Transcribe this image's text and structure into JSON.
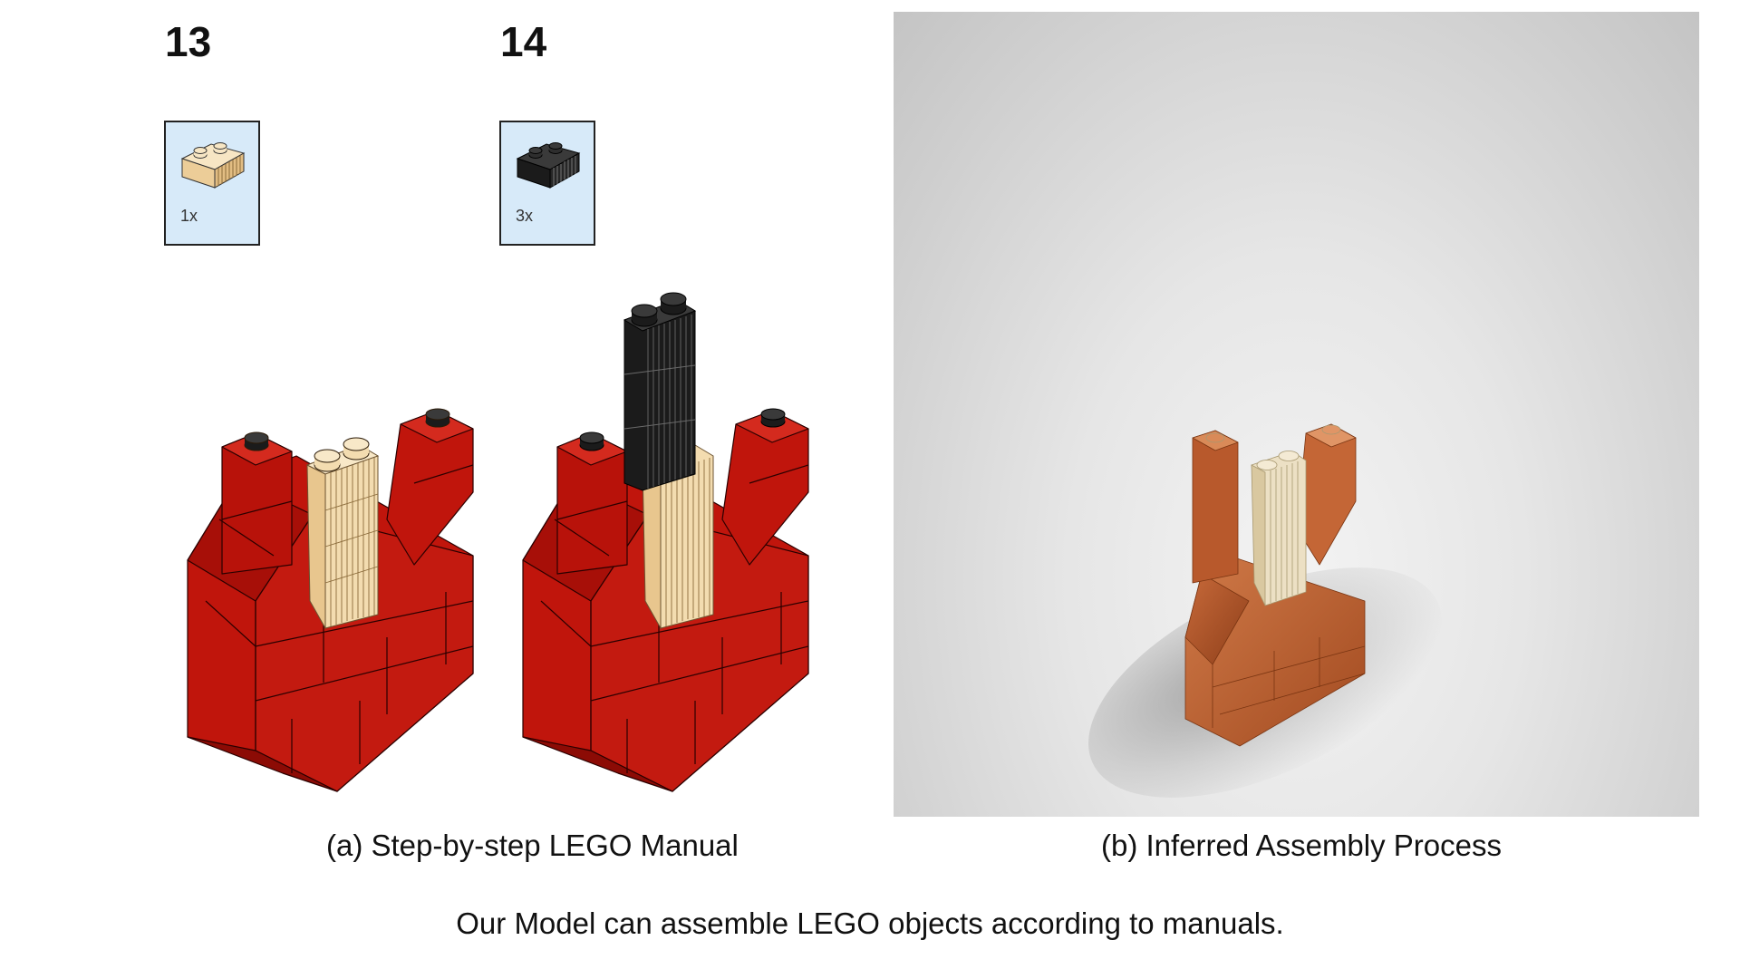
{
  "figure": {
    "panel_a": {
      "steps": [
        {
          "number": "13",
          "part_count": "1x",
          "part_color": "tan"
        },
        {
          "number": "14",
          "part_count": "3x",
          "part_color": "black"
        }
      ],
      "caption": "(a) Step-by-step LEGO Manual"
    },
    "panel_b": {
      "caption": "(b) Inferred Assembly Process"
    },
    "caption": "Our Model can assemble LEGO objects according to manuals."
  },
  "colors": {
    "brick_red": "#c0150c",
    "brick_tan": "#f3dcb0",
    "brick_black": "#1b1b1b",
    "render_brown": "#b8562a",
    "render_tan": "#ece0c4",
    "callout_bg": "#d7eaf9"
  }
}
